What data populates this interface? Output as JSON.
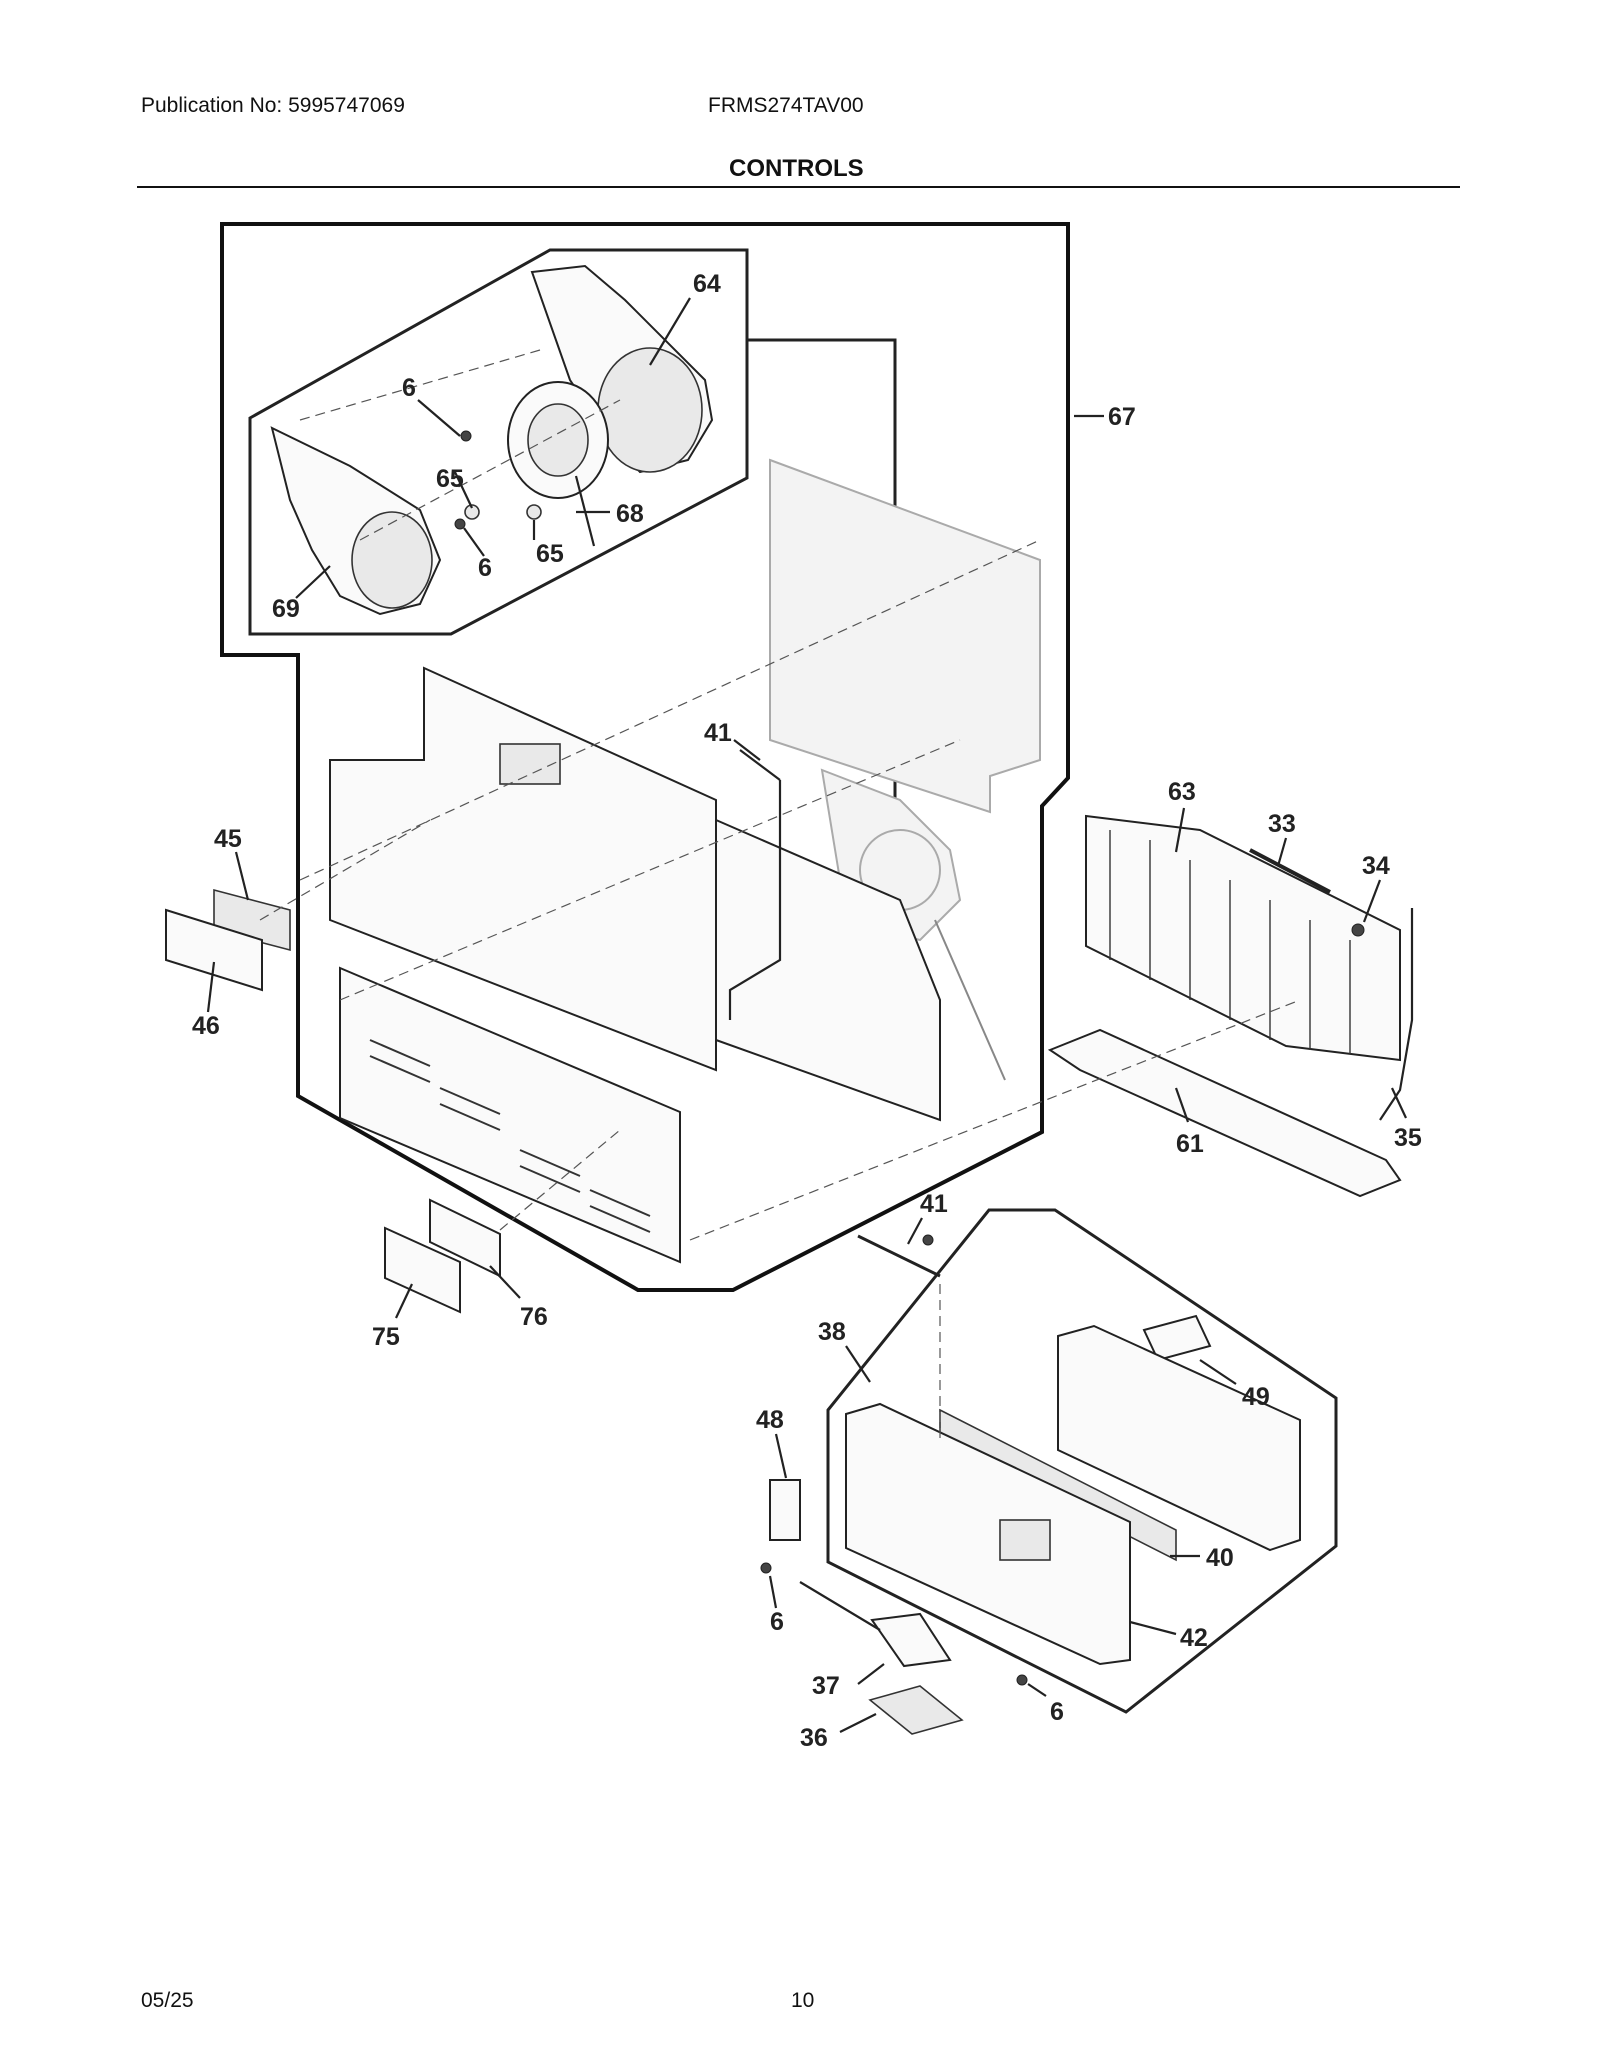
{
  "header": {
    "publication": "Publication No: 5995747069",
    "model": "FRMS274TAV00",
    "section_title": "CONTROLS"
  },
  "callouts": [
    {
      "id": "c64",
      "label": "64"
    },
    {
      "id": "c67",
      "label": "67"
    },
    {
      "id": "c6a",
      "label": "6"
    },
    {
      "id": "c65a",
      "label": "65"
    },
    {
      "id": "c68",
      "label": "68"
    },
    {
      "id": "c6b",
      "label": "6"
    },
    {
      "id": "c65b",
      "label": "65"
    },
    {
      "id": "c69",
      "label": "69"
    },
    {
      "id": "c41a",
      "label": "41"
    },
    {
      "id": "c45",
      "label": "45"
    },
    {
      "id": "c46",
      "label": "46"
    },
    {
      "id": "c63",
      "label": "63"
    },
    {
      "id": "c33",
      "label": "33"
    },
    {
      "id": "c34",
      "label": "34"
    },
    {
      "id": "c35",
      "label": "35"
    },
    {
      "id": "c61",
      "label": "61"
    },
    {
      "id": "c41b",
      "label": "41"
    },
    {
      "id": "c38",
      "label": "38"
    },
    {
      "id": "c75",
      "label": "75"
    },
    {
      "id": "c76",
      "label": "76"
    },
    {
      "id": "c49",
      "label": "49"
    },
    {
      "id": "c48",
      "label": "48"
    },
    {
      "id": "c40",
      "label": "40"
    },
    {
      "id": "c6c",
      "label": "6"
    },
    {
      "id": "c42",
      "label": "42"
    },
    {
      "id": "c37",
      "label": "37"
    },
    {
      "id": "c6d",
      "label": "6"
    },
    {
      "id": "c36",
      "label": "36"
    }
  ],
  "footer": {
    "date": "05/25",
    "page": "10"
  }
}
